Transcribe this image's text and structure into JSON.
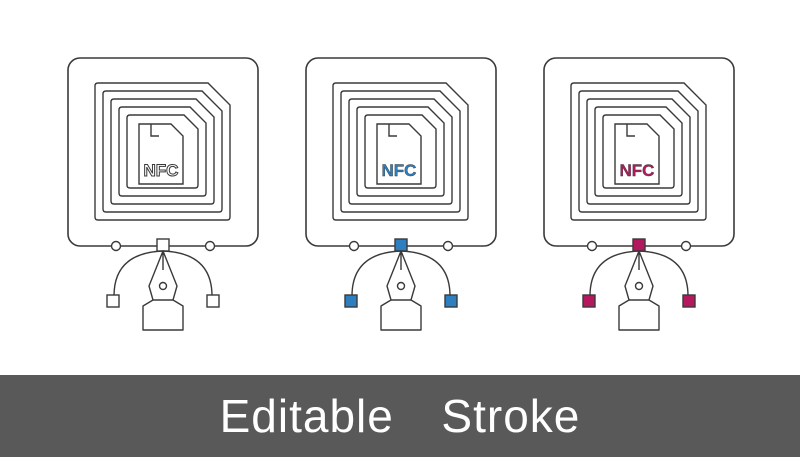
{
  "banner": {
    "label": "Editable  Stroke",
    "background": "#595959",
    "text_color": "#ffffff"
  },
  "icons": [
    {
      "name": "nfc-tag-pen-outline",
      "nfc_label": "NFC",
      "accent": "#ffffff",
      "stroke": "#3a3a3a"
    },
    {
      "name": "nfc-tag-pen-blue",
      "nfc_label": "NFC",
      "accent": "#2d7fc0",
      "stroke": "#3a3a3a"
    },
    {
      "name": "nfc-tag-pen-magenta",
      "nfc_label": "NFC",
      "accent": "#b5185f",
      "stroke": "#3a3a3a"
    }
  ]
}
